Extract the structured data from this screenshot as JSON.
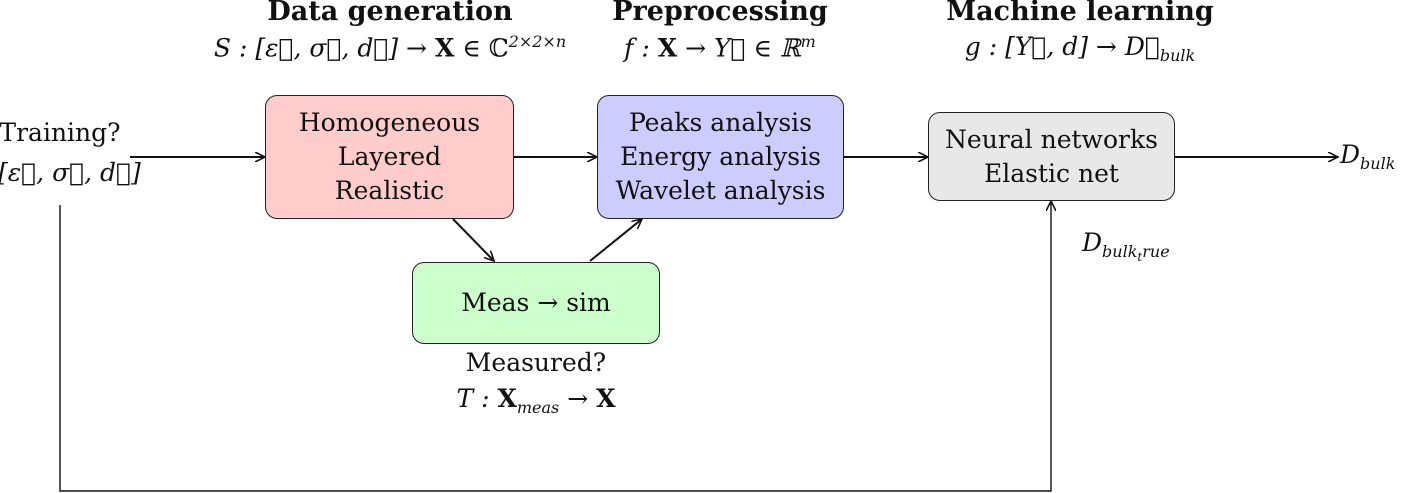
{
  "stages": {
    "data_generation": {
      "title": "Data generation",
      "formula_symbol": "S",
      "formula_rest": " : [ε⃗, σ⃗, d⃗] → ",
      "formula_X": "X",
      "formula_in": " ∈ ℂ",
      "formula_sup": "2×2×n"
    },
    "preprocessing": {
      "title": "Preprocessing",
      "formula_a": "f : ",
      "formula_X": "X",
      "formula_b": " → Y⃗ ∈ ℝ",
      "formula_sup": "m"
    },
    "machine_learning": {
      "title": "Machine learning",
      "formula_a": "g : [Y⃗, d] → D⃗",
      "formula_sub": "bulk"
    }
  },
  "training": {
    "line1": "Training?",
    "line2": "[ε⃗, σ⃗, d⃗]"
  },
  "boxes": {
    "generation": {
      "items": [
        "Homogeneous",
        "Layered",
        "Realistic"
      ],
      "color": "#ffcccc"
    },
    "preprocessing": {
      "items": [
        "Peaks analysis",
        "Energy analysis",
        "Wavelet analysis"
      ],
      "color": "#ccccff"
    },
    "ml": {
      "items": [
        "Neural networks",
        "Elastic net"
      ],
      "color": "#e8e8e8"
    },
    "meas": {
      "label": "Meas → sim",
      "color": "#ccffcc"
    }
  },
  "measured": {
    "label": "Measured?",
    "formula_a": "T : ",
    "formula_X": "X",
    "formula_sub": "meas",
    "formula_arrow": " → ",
    "formula_X2": "X"
  },
  "output": {
    "symbol": "D",
    "sub": "bulk"
  },
  "true_label": {
    "symbol": "D",
    "sub": "bulk",
    "subsub": "t",
    "rest": "rue"
  }
}
